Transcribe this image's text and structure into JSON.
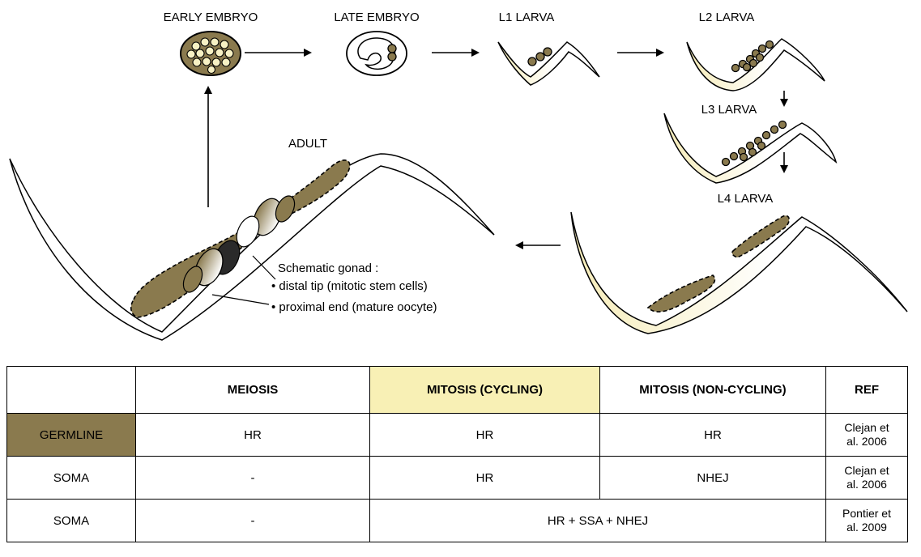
{
  "colors": {
    "germline": "#8a7a4e",
    "soma_gradient": "#f6ecb8",
    "mitosis_cycling_highlight": "#f8f0b5"
  },
  "lifecycle": {
    "stages": [
      {
        "label": "EARLY EMBRYO"
      },
      {
        "label": "LATE EMBRYO"
      },
      {
        "label": "L1 LARVA"
      },
      {
        "label": "L2 LARVA"
      },
      {
        "label": "L3 LARVA"
      },
      {
        "label": "L4 LARVA"
      },
      {
        "label": "ADULT"
      }
    ],
    "gonad_annotation": {
      "title": "Schematic gonad :",
      "items": [
        "• distal tip (mitotic stem cells)",
        "• proximal end (mature oocyte)"
      ]
    }
  },
  "table": {
    "headers": [
      "",
      "MEIOSIS",
      "MITOSIS (CYCLING)",
      "MITOSIS (NON-CYCLING)",
      "REF"
    ],
    "rows": [
      {
        "tissue": "GERMLINE",
        "meiosis": "HR",
        "cycling": "HR",
        "noncycling": "HR",
        "ref_line1": "Clejan et",
        "ref_line2": "al. 2006"
      },
      {
        "tissue": "SOMA",
        "meiosis": "-",
        "cycling": "HR",
        "noncycling": "NHEJ",
        "ref_line1": "Clejan et",
        "ref_line2": "al. 2006"
      },
      {
        "tissue": "SOMA",
        "meiosis": "-",
        "mitosis_merged": "HR + SSA + NHEJ",
        "ref_line1": "Pontier et",
        "ref_line2": "al. 2009"
      }
    ]
  }
}
